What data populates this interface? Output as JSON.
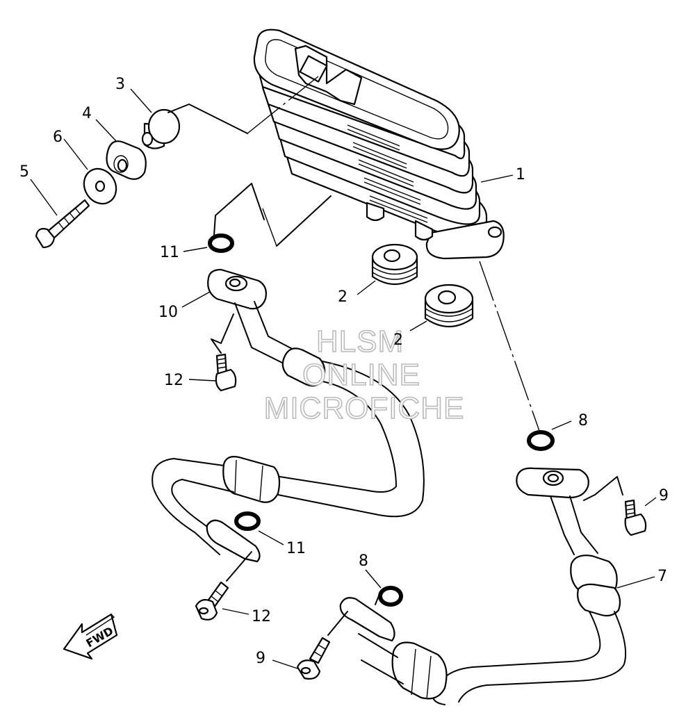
{
  "diagram": {
    "callouts": [
      {
        "id": "c1",
        "text": "1"
      },
      {
        "id": "c2a",
        "text": "2"
      },
      {
        "id": "c2b",
        "text": "2"
      },
      {
        "id": "c3",
        "text": "3"
      },
      {
        "id": "c4",
        "text": "4"
      },
      {
        "id": "c5",
        "text": "5"
      },
      {
        "id": "c6",
        "text": "6"
      },
      {
        "id": "c7",
        "text": "7"
      },
      {
        "id": "c8a",
        "text": "8"
      },
      {
        "id": "c8b",
        "text": "8"
      },
      {
        "id": "c9a",
        "text": "9"
      },
      {
        "id": "c9b",
        "text": "9"
      },
      {
        "id": "c10",
        "text": "10"
      },
      {
        "id": "c11a",
        "text": "11"
      },
      {
        "id": "c11b",
        "text": "11"
      },
      {
        "id": "c12a",
        "text": "12"
      },
      {
        "id": "c12b",
        "text": "12"
      }
    ],
    "watermark": [
      "HLSM",
      "ONLINE",
      "MICROFICHE"
    ],
    "direction_arrow": {
      "label": "FWD",
      "icon": "fwd-arrow-icon"
    }
  }
}
